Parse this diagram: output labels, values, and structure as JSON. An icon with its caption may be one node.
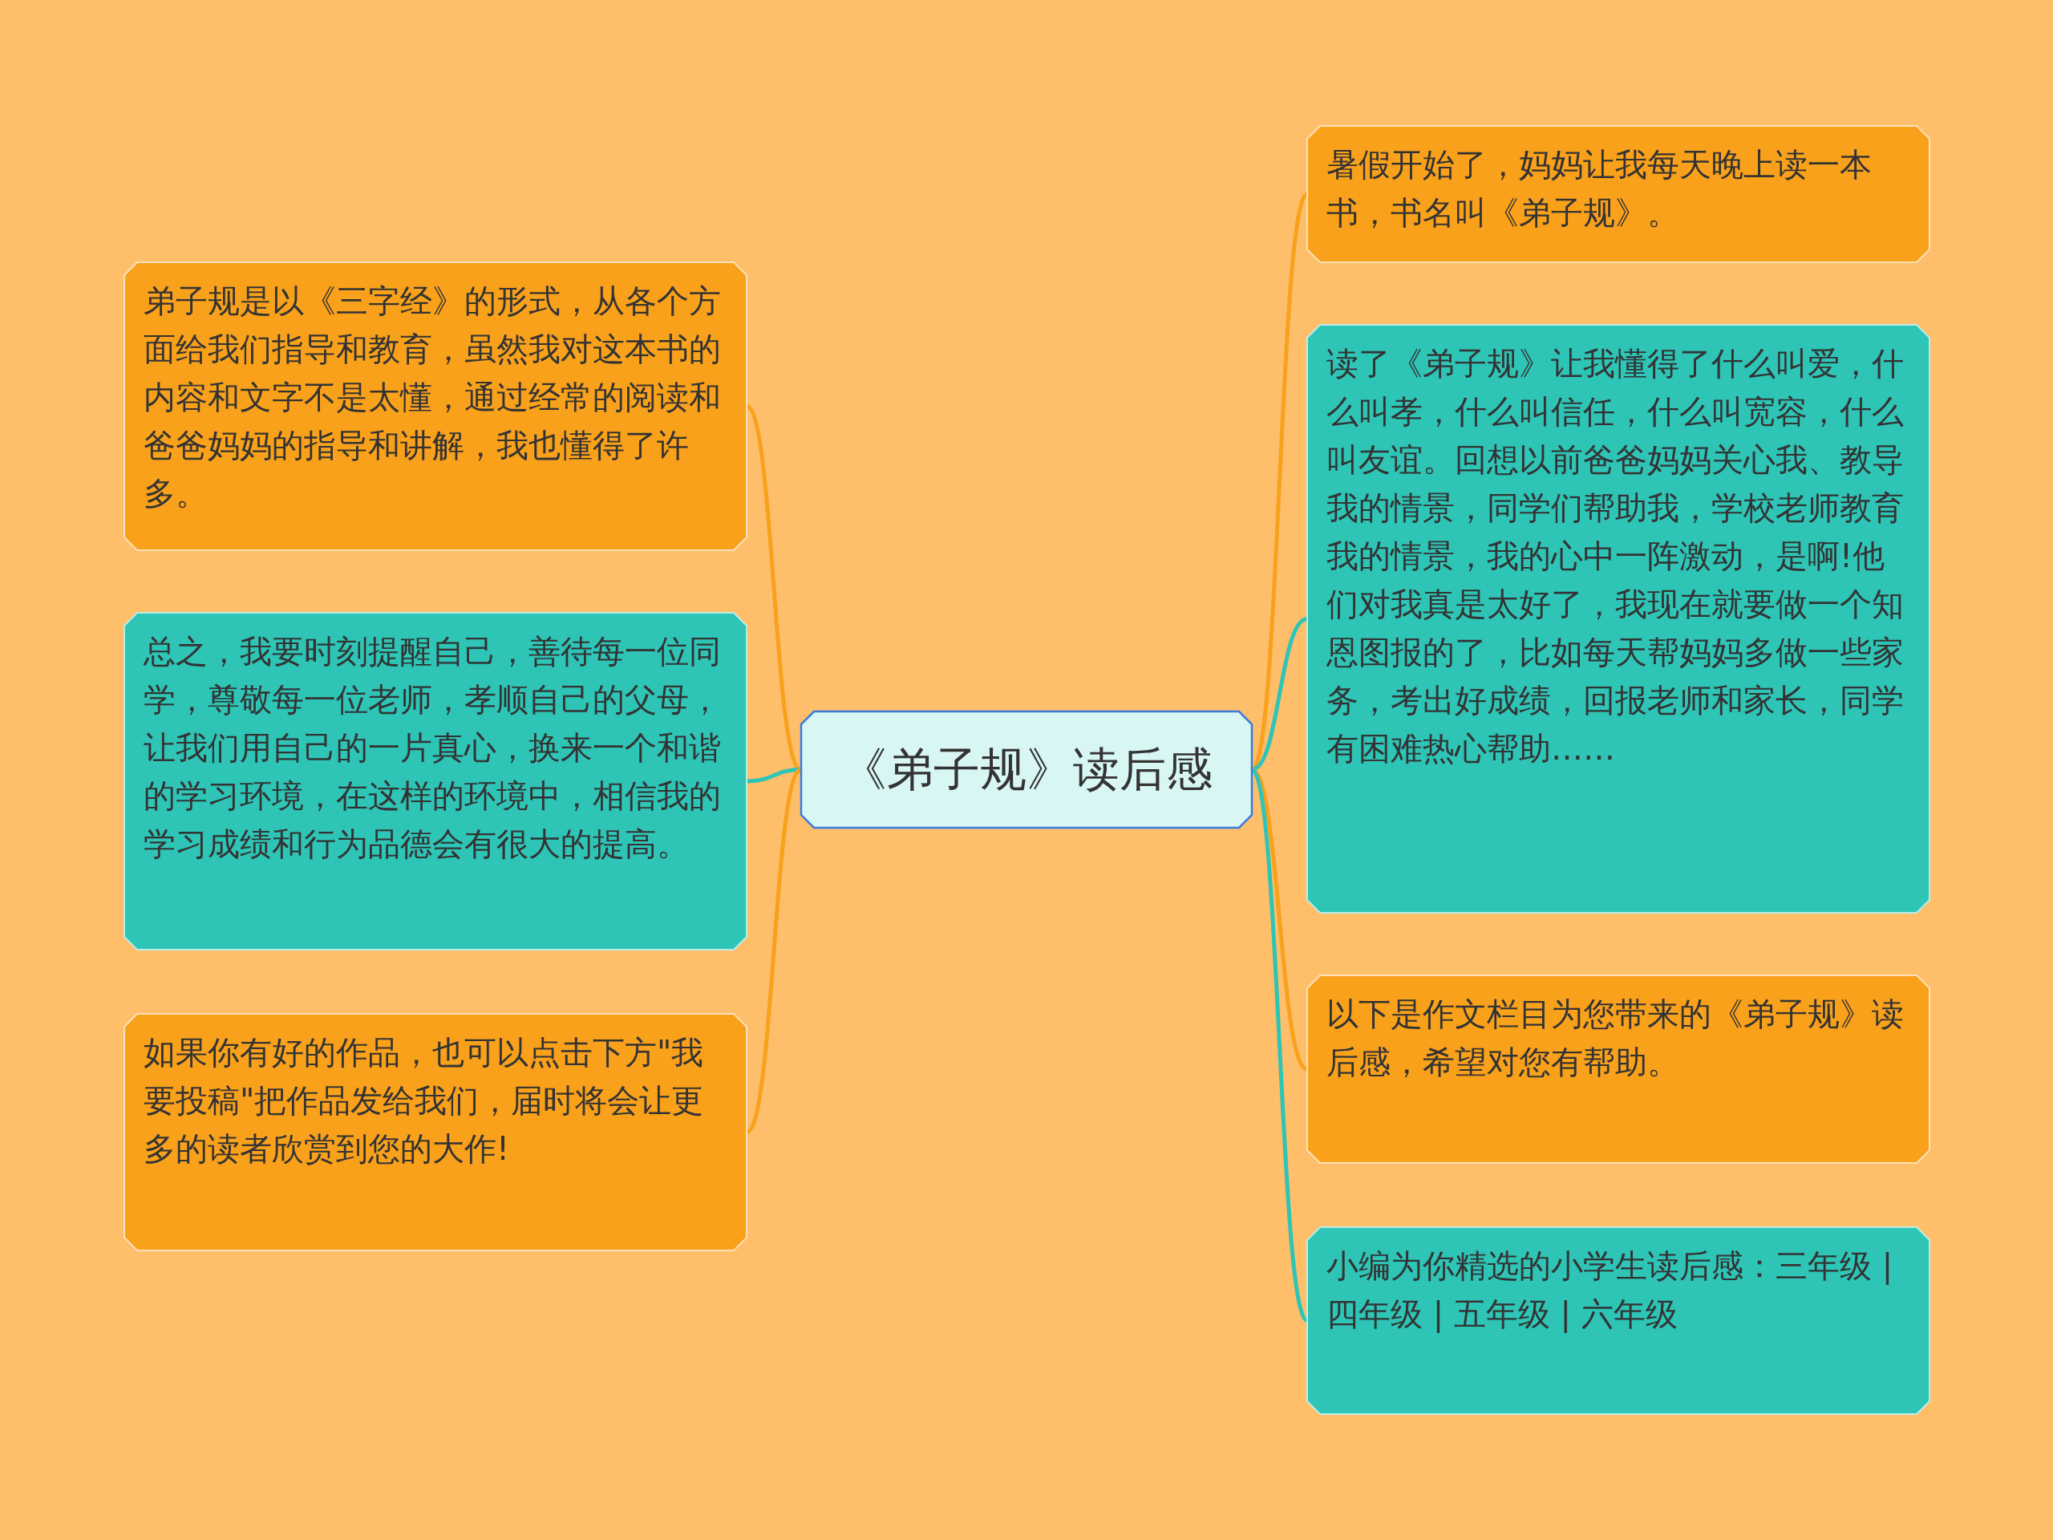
{
  "diagram": {
    "nodes": [
      {
        "text": [
          "《弟子规》读后感"
        ]
      },
      {
        "text": [
          "弟子规是以《三字经》的形式，从各个方面给我们指导和教育，虽然我对这本书的内容和文字不是太懂，通过经常的阅读和爸爸妈妈的指导和讲解，我也懂得了许多。"
        ]
      },
      {
        "text": [
          "总之，我要时刻提醒自己，善待每一位同学，尊敬每一位老师，孝顺自己的父母，让我们用自己的一片真心，换来一个和谐的学习环境，在这样的环境中，相信我的学习成绩和行为品德会有很大的提高。"
        ]
      },
      {
        "text": [
          "如果你有好的作品，也可以点击下方\"我要投稿\"把作品发给我们，届时将会让更多的读者欣赏到您的大作!"
        ]
      },
      {
        "text": [
          "暑假开始了，妈妈让我每天晚上读一本书，书名叫《弟子规》。"
        ]
      },
      {
        "text": [
          "读了《弟子规》让我懂得了什么叫爱，什么叫孝，什么叫信任，什么叫宽容，什么叫友谊。回想以前爸爸妈妈关心我、教导我的情景，同学们帮助我，学校老师教育我的情景，我的心中一阵激动，是啊!他们对我真是太好了，我现在就要做一个知恩图报的了，比如每天帮妈妈多做一些家务，考出好成绩，回报老师和家长，同学有困难热心帮助……"
        ]
      },
      {
        "text": [
          "以下是作文栏目为您带来的《弟子规》读后感，希望对您有帮助。"
        ]
      },
      {
        "text": [
          "小编为你精选的小学生读后感：三年级 | 四年级 | 五年级 | 六年级"
        ]
      }
    ],
    "edges": [
      {
        "from": 0,
        "to": 1,
        "arrow": "none"
      },
      {
        "from": 0,
        "to": 2,
        "arrow": "none",
        "color": "#2ec4b6"
      },
      {
        "from": 0,
        "to": 3,
        "arrow": "none"
      },
      {
        "from": 0,
        "to": 4,
        "arrow": "none"
      },
      {
        "from": 0,
        "to": 5,
        "arrow": "none",
        "color": "#2ec4b6"
      },
      {
        "from": 0,
        "to": 6,
        "arrow": "none"
      },
      {
        "from": 0,
        "to": 7,
        "arrow": "none",
        "color": "#2ec4b6"
      }
    ]
  }
}
